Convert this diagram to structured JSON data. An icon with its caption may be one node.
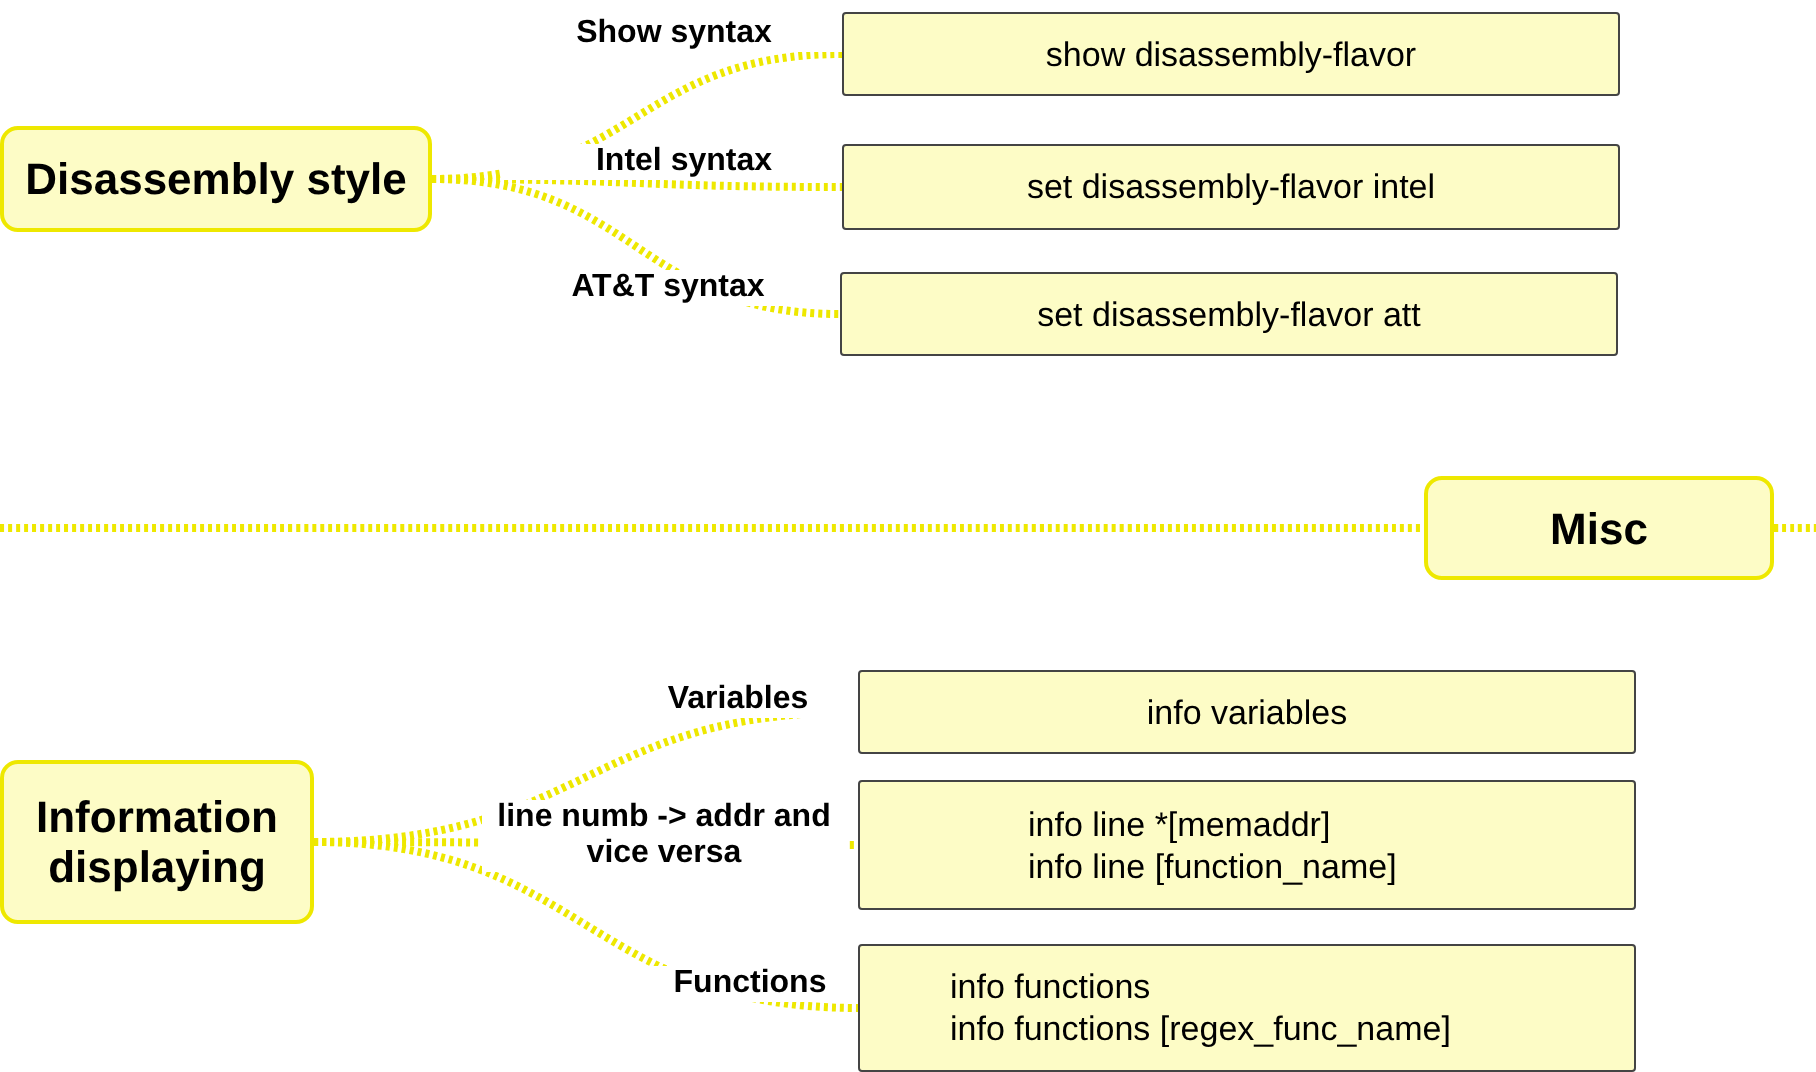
{
  "diagram": {
    "nodes": [
      {
        "text": [
          "Disassembly style"
        ]
      },
      {
        "text": [
          "show disassembly-flavor"
        ]
      },
      {
        "text": [
          "set disassembly-flavor intel"
        ]
      },
      {
        "text": [
          "set disassembly-flavor att"
        ]
      },
      {
        "text": [
          "Misc"
        ]
      },
      {
        "text": [
          "Information displaying"
        ]
      },
      {
        "text": [
          "info variables"
        ]
      },
      {
        "text": [
          "info line *[memaddr]",
          "info line [function_name]"
        ]
      },
      {
        "text": [
          "info functions",
          "info functions [regex_func_name]"
        ]
      }
    ],
    "edges": [
      {
        "from": 0,
        "to": 1,
        "arrow": "none",
        "label": "Show syntax"
      },
      {
        "from": 0,
        "to": 2,
        "arrow": "none",
        "label": "Intel syntax"
      },
      {
        "from": 0,
        "to": 3,
        "arrow": "none",
        "label": "AT&T syntax"
      },
      {
        "from": null,
        "to": 4,
        "arrow": "none"
      },
      {
        "from": 4,
        "to": null,
        "arrow": "none"
      },
      {
        "from": 5,
        "to": 6,
        "arrow": "none",
        "label": "Variables"
      },
      {
        "from": 5,
        "to": 7,
        "arrow": "none",
        "label": "line numb -> addr and vice versa"
      },
      {
        "from": 5,
        "to": 8,
        "arrow": "none",
        "label": "Functions"
      }
    ]
  }
}
